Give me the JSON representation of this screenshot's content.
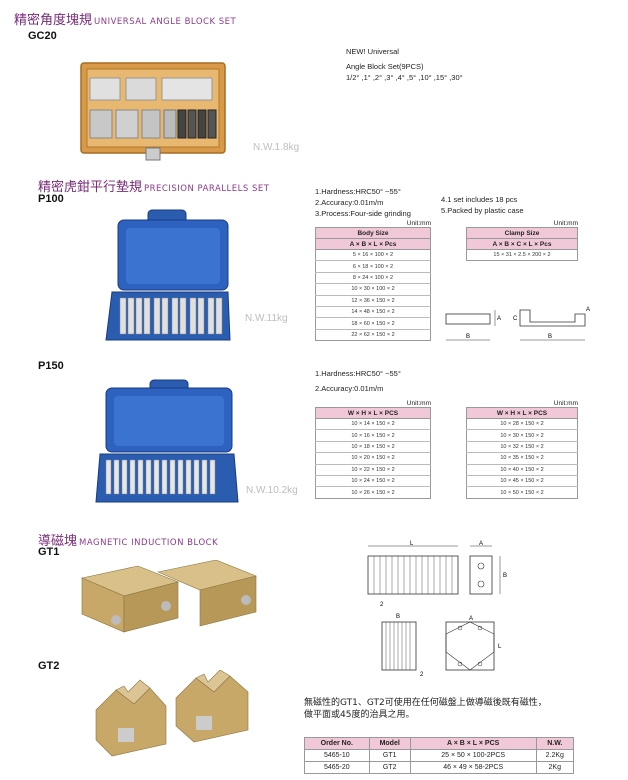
{
  "sections": {
    "angle_block": {
      "title_cn": "精密角度塊規",
      "title_en": "UNIVERSAL ANGLE BLOCK SET",
      "code": "GC20",
      "desc_lines": [
        "NEW! Universal",
        "Angle Block Set(9PCS)",
        "1/2° ,1° ,2° ,3° ,4° ,5° ,10° ,15° ,30°"
      ],
      "nw": "N.W.1.8kg"
    },
    "parallels": {
      "title_cn": "精密虎鉗平行墊規",
      "title_en": "PRECISION PARALLELS SET",
      "p100": {
        "code": "P100",
        "specs_left": [
          "1.Hardness:HRC50° ~55°",
          "2.Accuracy:0.01m/m",
          "3.Process:Four-side grinding"
        ],
        "specs_right": [
          "4.1 set includes 18 pcs",
          "5.Packed by plastic case"
        ],
        "nw": "N.W.11kg",
        "table1": {
          "unit": "Unit:mm",
          "title": "Body Size",
          "header": "A × B × L × Pcs",
          "rows": [
            "5 × 16 × 100 × 2",
            "6 × 18 × 100 × 2",
            "8 × 24 × 100 × 2",
            "10 × 30 × 100 × 2",
            "12 × 36 × 150 × 2",
            "14 × 48 × 150 × 2",
            "18 × 60 × 150 × 2",
            "22 × 62 × 150 × 2"
          ]
        },
        "table2": {
          "unit": "Unit:mm",
          "title": "Clamp Size",
          "header": "A × B × C × L × Pcs",
          "rows": [
            "15 × 31 × 2.5 × 200 × 2"
          ]
        },
        "diagram_labels": {
          "a": "A",
          "b": "B",
          "c": "C"
        }
      },
      "p150": {
        "code": "P150",
        "specs": [
          "1.Hardness:HRC50° ~55°",
          "2.Accuracy:0.01m/m"
        ],
        "nw": "N.W.10.2kg",
        "table1": {
          "unit": "Unit:mm",
          "header": "W × H × L × PCS",
          "rows": [
            "10 × 14 × 150 × 2",
            "10 × 16 × 150 × 2",
            "10 × 18 × 150 × 2",
            "10 × 20 × 150 × 2",
            "10 × 22 × 150 × 2",
            "10 × 24 × 150 × 2",
            "10 × 26 × 150 × 2"
          ]
        },
        "table2": {
          "unit": "Unit:mm",
          "header": "W × H × L × PCS",
          "rows": [
            "10 × 28 × 150 × 2",
            "10 × 30 × 150 × 2",
            "10 × 32 × 150 × 2",
            "10 × 35 × 150 × 2",
            "10 × 40 × 150 × 2",
            "10 × 45 × 150 × 2",
            "10 × 50 × 150 × 2"
          ]
        }
      }
    },
    "magnetic": {
      "title_cn": "導磁塊",
      "title_en": "MAGNETIC INDUCTION BLOCK",
      "gt1_code": "GT1",
      "gt2_code": "GT2",
      "diagram_labels": {
        "l": "L",
        "a": "A",
        "b": "B",
        "two": "2"
      },
      "description": [
        "無磁性的GT1、GT2可使用在任何磁盤上做導磁後既有磁性，",
        "做平面或45度的治具之用。"
      ],
      "order_table": {
        "headers": [
          "Order No.",
          "Model",
          "A × B × L × PCS",
          "N.W."
        ],
        "rows": [
          [
            "5465-10",
            "GT1",
            "25 × 50 × 100-2PCS",
            "2.2Kg"
          ],
          [
            "5465-20",
            "GT2",
            "46 × 49 × 58-2PCS",
            "2Kg"
          ]
        ]
      }
    }
  }
}
